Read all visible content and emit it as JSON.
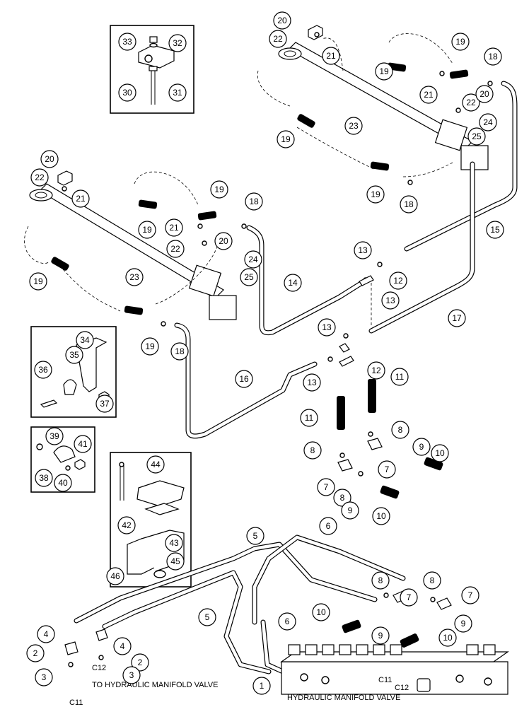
{
  "callouts": [
    {
      "id": "c33",
      "n": "33"
    },
    {
      "id": "c32",
      "n": "32"
    },
    {
      "id": "c30",
      "n": "30"
    },
    {
      "id": "c31",
      "n": "31"
    },
    {
      "id": "c20a",
      "n": "20"
    },
    {
      "id": "c22a",
      "n": "22"
    },
    {
      "id": "c21a",
      "n": "21"
    },
    {
      "id": "c19a",
      "n": "19"
    },
    {
      "id": "c18a",
      "n": "18"
    },
    {
      "id": "c19b",
      "n": "19"
    },
    {
      "id": "c21b",
      "n": "21"
    },
    {
      "id": "c20b",
      "n": "20"
    },
    {
      "id": "c22b",
      "n": "22"
    },
    {
      "id": "c24a",
      "n": "24"
    },
    {
      "id": "c25a",
      "n": "25"
    },
    {
      "id": "c23a",
      "n": "23"
    },
    {
      "id": "c19c",
      "n": "19"
    },
    {
      "id": "c19d",
      "n": "19"
    },
    {
      "id": "c18b",
      "n": "18"
    },
    {
      "id": "c15",
      "n": "15"
    },
    {
      "id": "c20c",
      "n": "20"
    },
    {
      "id": "c22c",
      "n": "22"
    },
    {
      "id": "c21c",
      "n": "21"
    },
    {
      "id": "c19e",
      "n": "19"
    },
    {
      "id": "c21d",
      "n": "21"
    },
    {
      "id": "c18c",
      "n": "18"
    },
    {
      "id": "c19f",
      "n": "19"
    },
    {
      "id": "c22d",
      "n": "22"
    },
    {
      "id": "c20d",
      "n": "20"
    },
    {
      "id": "c24b",
      "n": "24"
    },
    {
      "id": "c25b",
      "n": "25"
    },
    {
      "id": "c23b",
      "n": "23"
    },
    {
      "id": "c19g",
      "n": "19"
    },
    {
      "id": "c19h",
      "n": "19"
    },
    {
      "id": "c18d",
      "n": "18"
    },
    {
      "id": "c14",
      "n": "14"
    },
    {
      "id": "c13a",
      "n": "13"
    },
    {
      "id": "c12a",
      "n": "12"
    },
    {
      "id": "c13b",
      "n": "13"
    },
    {
      "id": "c17",
      "n": "17"
    },
    {
      "id": "c34",
      "n": "34"
    },
    {
      "id": "c35",
      "n": "35"
    },
    {
      "id": "c36",
      "n": "36"
    },
    {
      "id": "c37",
      "n": "37"
    },
    {
      "id": "c16",
      "n": "16"
    },
    {
      "id": "c13c",
      "n": "13"
    },
    {
      "id": "c12b",
      "n": "12"
    },
    {
      "id": "c13d",
      "n": "13"
    },
    {
      "id": "c11a",
      "n": "11"
    },
    {
      "id": "c11b",
      "n": "11"
    },
    {
      "id": "c39",
      "n": "39"
    },
    {
      "id": "c41",
      "n": "41"
    },
    {
      "id": "c38",
      "n": "38"
    },
    {
      "id": "c40",
      "n": "40"
    },
    {
      "id": "c44",
      "n": "44"
    },
    {
      "id": "c42",
      "n": "42"
    },
    {
      "id": "c43",
      "n": "43"
    },
    {
      "id": "c45",
      "n": "45"
    },
    {
      "id": "c46",
      "n": "46"
    },
    {
      "id": "c8a",
      "n": "8"
    },
    {
      "id": "c9a",
      "n": "9"
    },
    {
      "id": "c10a",
      "n": "10"
    },
    {
      "id": "c7a",
      "n": "7"
    },
    {
      "id": "c8b",
      "n": "8"
    },
    {
      "id": "c7b",
      "n": "7"
    },
    {
      "id": "c8c",
      "n": "8"
    },
    {
      "id": "c9b",
      "n": "9"
    },
    {
      "id": "c10b",
      "n": "10"
    },
    {
      "id": "c5a",
      "n": "5"
    },
    {
      "id": "c6a",
      "n": "6"
    },
    {
      "id": "c8d",
      "n": "8"
    },
    {
      "id": "c7c",
      "n": "7"
    },
    {
      "id": "c8e",
      "n": "8"
    },
    {
      "id": "c7d",
      "n": "7"
    },
    {
      "id": "c10c",
      "n": "10"
    },
    {
      "id": "c9c",
      "n": "9"
    },
    {
      "id": "c9d",
      "n": "9"
    },
    {
      "id": "c10d",
      "n": "10"
    },
    {
      "id": "c5b",
      "n": "5"
    },
    {
      "id": "c6b",
      "n": "6"
    },
    {
      "id": "c4a",
      "n": "4"
    },
    {
      "id": "c2a",
      "n": "2"
    },
    {
      "id": "c3a",
      "n": "3"
    },
    {
      "id": "c4b",
      "n": "4"
    },
    {
      "id": "c2b",
      "n": "2"
    },
    {
      "id": "c3b",
      "n": "3"
    },
    {
      "id": "c1",
      "n": "1"
    }
  ],
  "labels": {
    "c11": "C11",
    "c12": "C12",
    "to_manifold": "TO HYDRAULIC MANIFOLD VALVE",
    "manifold_name": "HYDRAULIC MANIFOLD VALVE",
    "valve_c11": "C11",
    "valve_c12": "C12"
  }
}
